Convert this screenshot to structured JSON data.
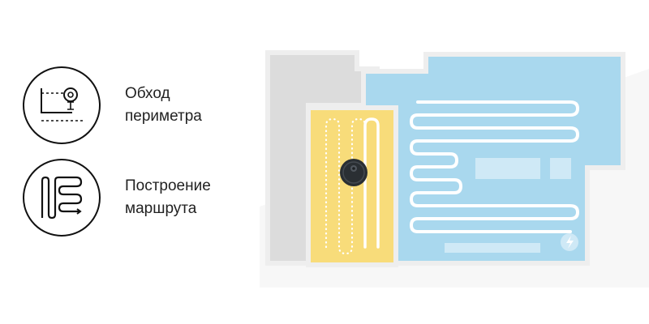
{
  "features": [
    {
      "icon": "perimeter-icon",
      "label_line1": "Обход",
      "label_line2": "периметра"
    },
    {
      "icon": "route-zigzag-icon",
      "label_line1": "Построение",
      "label_line2": "маршрута"
    }
  ],
  "map": {
    "icons": [
      "robot-vacuum-icon",
      "charging-dock-icon"
    ],
    "colors": {
      "unvisited_room": "#dcdcdc",
      "cleaned_room": "#a9d8ee",
      "active_room": "#f8dc7a",
      "wall": "#eeeeee",
      "path": "#ffffff",
      "robot": "#2a2f33"
    }
  }
}
